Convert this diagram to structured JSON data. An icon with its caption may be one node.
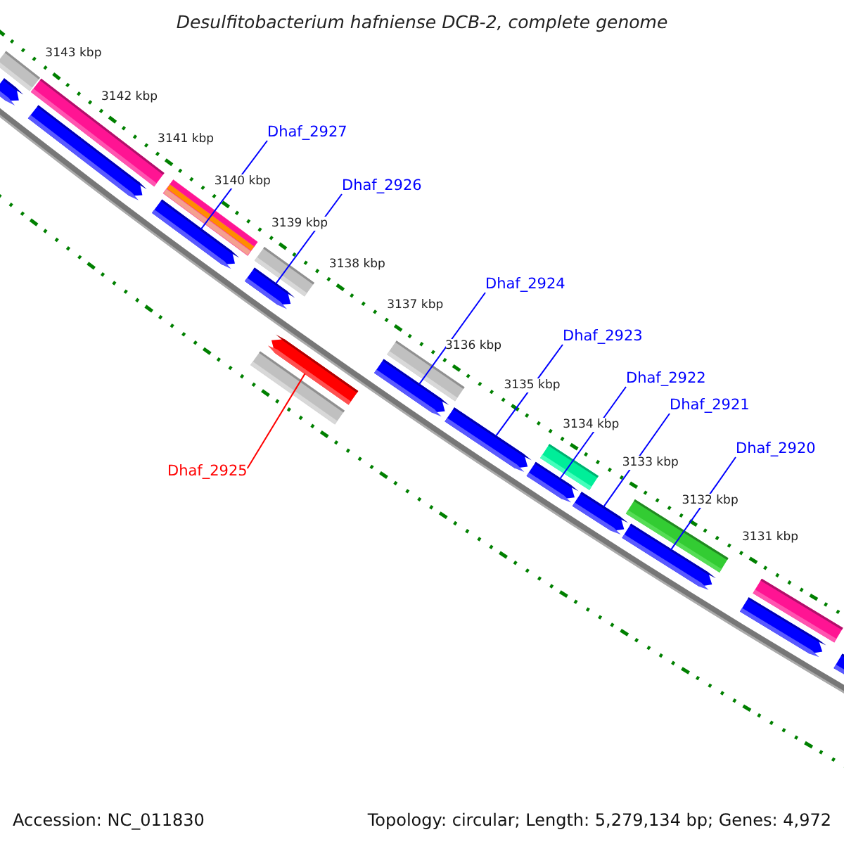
{
  "diagram": {
    "title": "Desulfitobacterium hafniense DCB-2, complete genome",
    "nodes": [
      {
        "text": [
          "Dhaf_2927"
        ]
      },
      {
        "text": [
          "Dhaf_2926"
        ]
      },
      {
        "text": [
          "Dhaf_2924"
        ]
      },
      {
        "text": [
          "Dhaf_2923"
        ]
      },
      {
        "text": [
          "Dhaf_2922"
        ]
      },
      {
        "text": [
          "Dhaf_2921"
        ]
      },
      {
        "text": [
          "Dhaf_2920"
        ]
      },
      {
        "text": [
          "Dhaf_2925"
        ]
      },
      {
        "text": [],
        "shape": "bar"
      },
      {
        "text": [],
        "shape": "arrow"
      },
      {
        "text": [],
        "shape": "bar"
      },
      {
        "text": [],
        "shape": "arrow"
      },
      {
        "text": [],
        "shape": "bar"
      },
      {
        "text": [],
        "shape": "arrow"
      },
      {
        "text": [],
        "shape": "bar"
      },
      {
        "text": [],
        "shape": "arrow"
      },
      {
        "text": [],
        "shape": "bar"
      },
      {
        "text": [],
        "shape": "arrow"
      },
      {
        "text": [],
        "shape": "bar"
      },
      {
        "text": [],
        "shape": "arrow"
      },
      {
        "text": [],
        "shape": "arrow"
      },
      {
        "text": [],
        "shape": "arrow"
      },
      {
        "text": [],
        "shape": "bar"
      },
      {
        "text": [],
        "shape": "arrow"
      },
      {
        "text": [],
        "shape": "bar"
      },
      {
        "text": [],
        "shape": "arrow"
      },
      {
        "text": [],
        "shape": "arrow"
      },
      {
        "text": [],
        "shape": "bar"
      },
      {
        "text": [],
        "shape": "arrow"
      }
    ],
    "edges": [
      {
        "from": 0,
        "to": 13,
        "arrow": "none"
      },
      {
        "from": 1,
        "to": 15,
        "arrow": "none"
      },
      {
        "from": 2,
        "to": 19,
        "arrow": "none"
      },
      {
        "from": 3,
        "to": 20,
        "arrow": "none"
      },
      {
        "from": 4,
        "to": 21,
        "arrow": "none"
      },
      {
        "from": 5,
        "to": 23,
        "arrow": "none"
      },
      {
        "from": 6,
        "to": 25,
        "arrow": "none"
      },
      {
        "from": 7,
        "to": 17,
        "arrow": "none",
        "color": "#ff0000"
      }
    ],
    "labels": [
      "3143 kbp",
      "3142 kbp",
      "3141 kbp",
      "3140 kbp",
      "3139 kbp",
      "3138 kbp",
      "3137 kbp",
      "3136 kbp",
      "3135 kbp",
      "3134 kbp",
      "3133 kbp",
      "3132 kbp",
      "3131 kbp",
      "Accession: NC_011830",
      "Topology: circular; Length: 5,279,134 bp; Genes: 4,972"
    ]
  }
}
